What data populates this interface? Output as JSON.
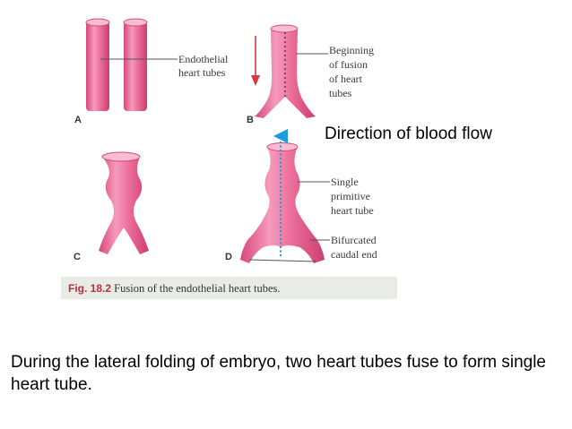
{
  "figure": {
    "panel_letters": [
      "A",
      "B",
      "C",
      "D"
    ],
    "labels": {
      "endothelial": [
        "Endothelial",
        "heart tubes"
      ],
      "beginning": [
        "Beginning",
        "of fusion",
        "of heart",
        "tubes"
      ],
      "single": [
        "Single",
        "primitive",
        "heart tube"
      ],
      "bifurcated": [
        "Bifurcated",
        "caudal end"
      ]
    },
    "tube_color": "#e8608f",
    "tube_highlight": "#f7bdd0",
    "arrow_red": "#d9383f",
    "arrow_blue": "#1a9de0"
  },
  "annotation": "Direction of blood flow",
  "caption": {
    "fig_number": "Fig. 18.2",
    "text": "Fusion of the endothelial heart tubes."
  },
  "body_text": "During the lateral folding of embryo, two heart tubes fuse to form single heart tube."
}
